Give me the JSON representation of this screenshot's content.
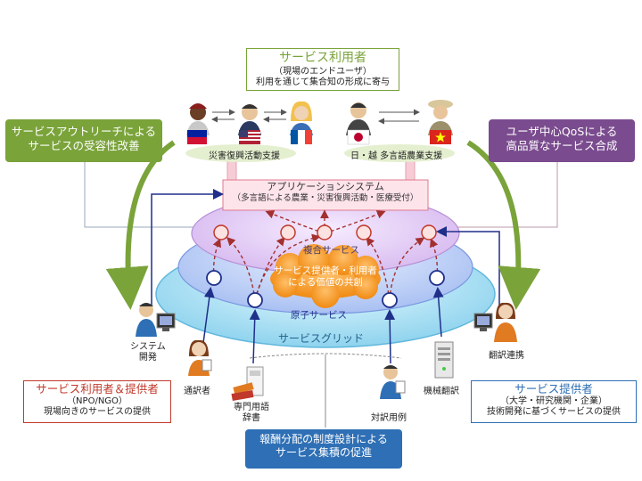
{
  "users_box": {
    "title": "サービス利用者",
    "line1": "（現場のエンドユーザ）",
    "line2": "利用を通じて集合知の形成に寄与"
  },
  "left_green_box": {
    "line1": "サービスアウトリーチによる",
    "line2": "サービスの受容性改善"
  },
  "right_purple_box": {
    "line1": "ユーザ中心QoSによる",
    "line2": "高品質なサービス合成"
  },
  "left_group_label": "災害復興活動支援",
  "right_group_label": "日・越 多言語農業支援",
  "app_system": {
    "line1": "アプリケーションシステム",
    "line2": "（多言語による農業・災害復興活動・医療受付）"
  },
  "composite_label": "複合サービス",
  "cloud": {
    "line1": "サービス提供者・利用者",
    "line2": "による価値の共創"
  },
  "atomic_label": "原子サービス",
  "grid_label": "サービスグリッド",
  "actors": {
    "system_dev": "システム\n開発",
    "interpreter": "通訳者",
    "dictionary": "専門用語\n辞書",
    "parallel": "対訳用例",
    "machine_translation": "機械翻訳",
    "translation_link": "翻訳連携"
  },
  "bottom_left_box": {
    "title": "サービス利用者＆提供者",
    "line1": "（NPO/NGO）",
    "line2": "現場向きのサービスの提供"
  },
  "bottom_right_box": {
    "title": "サービス提供者",
    "line1": "（大学・研究機関・企業）",
    "line2": "技術開発に基づくサービスの提供"
  },
  "bottom_center_box": {
    "line1": "報酬分配の制度設計による",
    "line2": "サービス集積の促進"
  },
  "colors": {
    "green": "#7aa33a",
    "purple": "#7a4b8e",
    "blue_box": "#2e6fb5",
    "red": "#c0392b",
    "navy": "#1f2f8a"
  }
}
